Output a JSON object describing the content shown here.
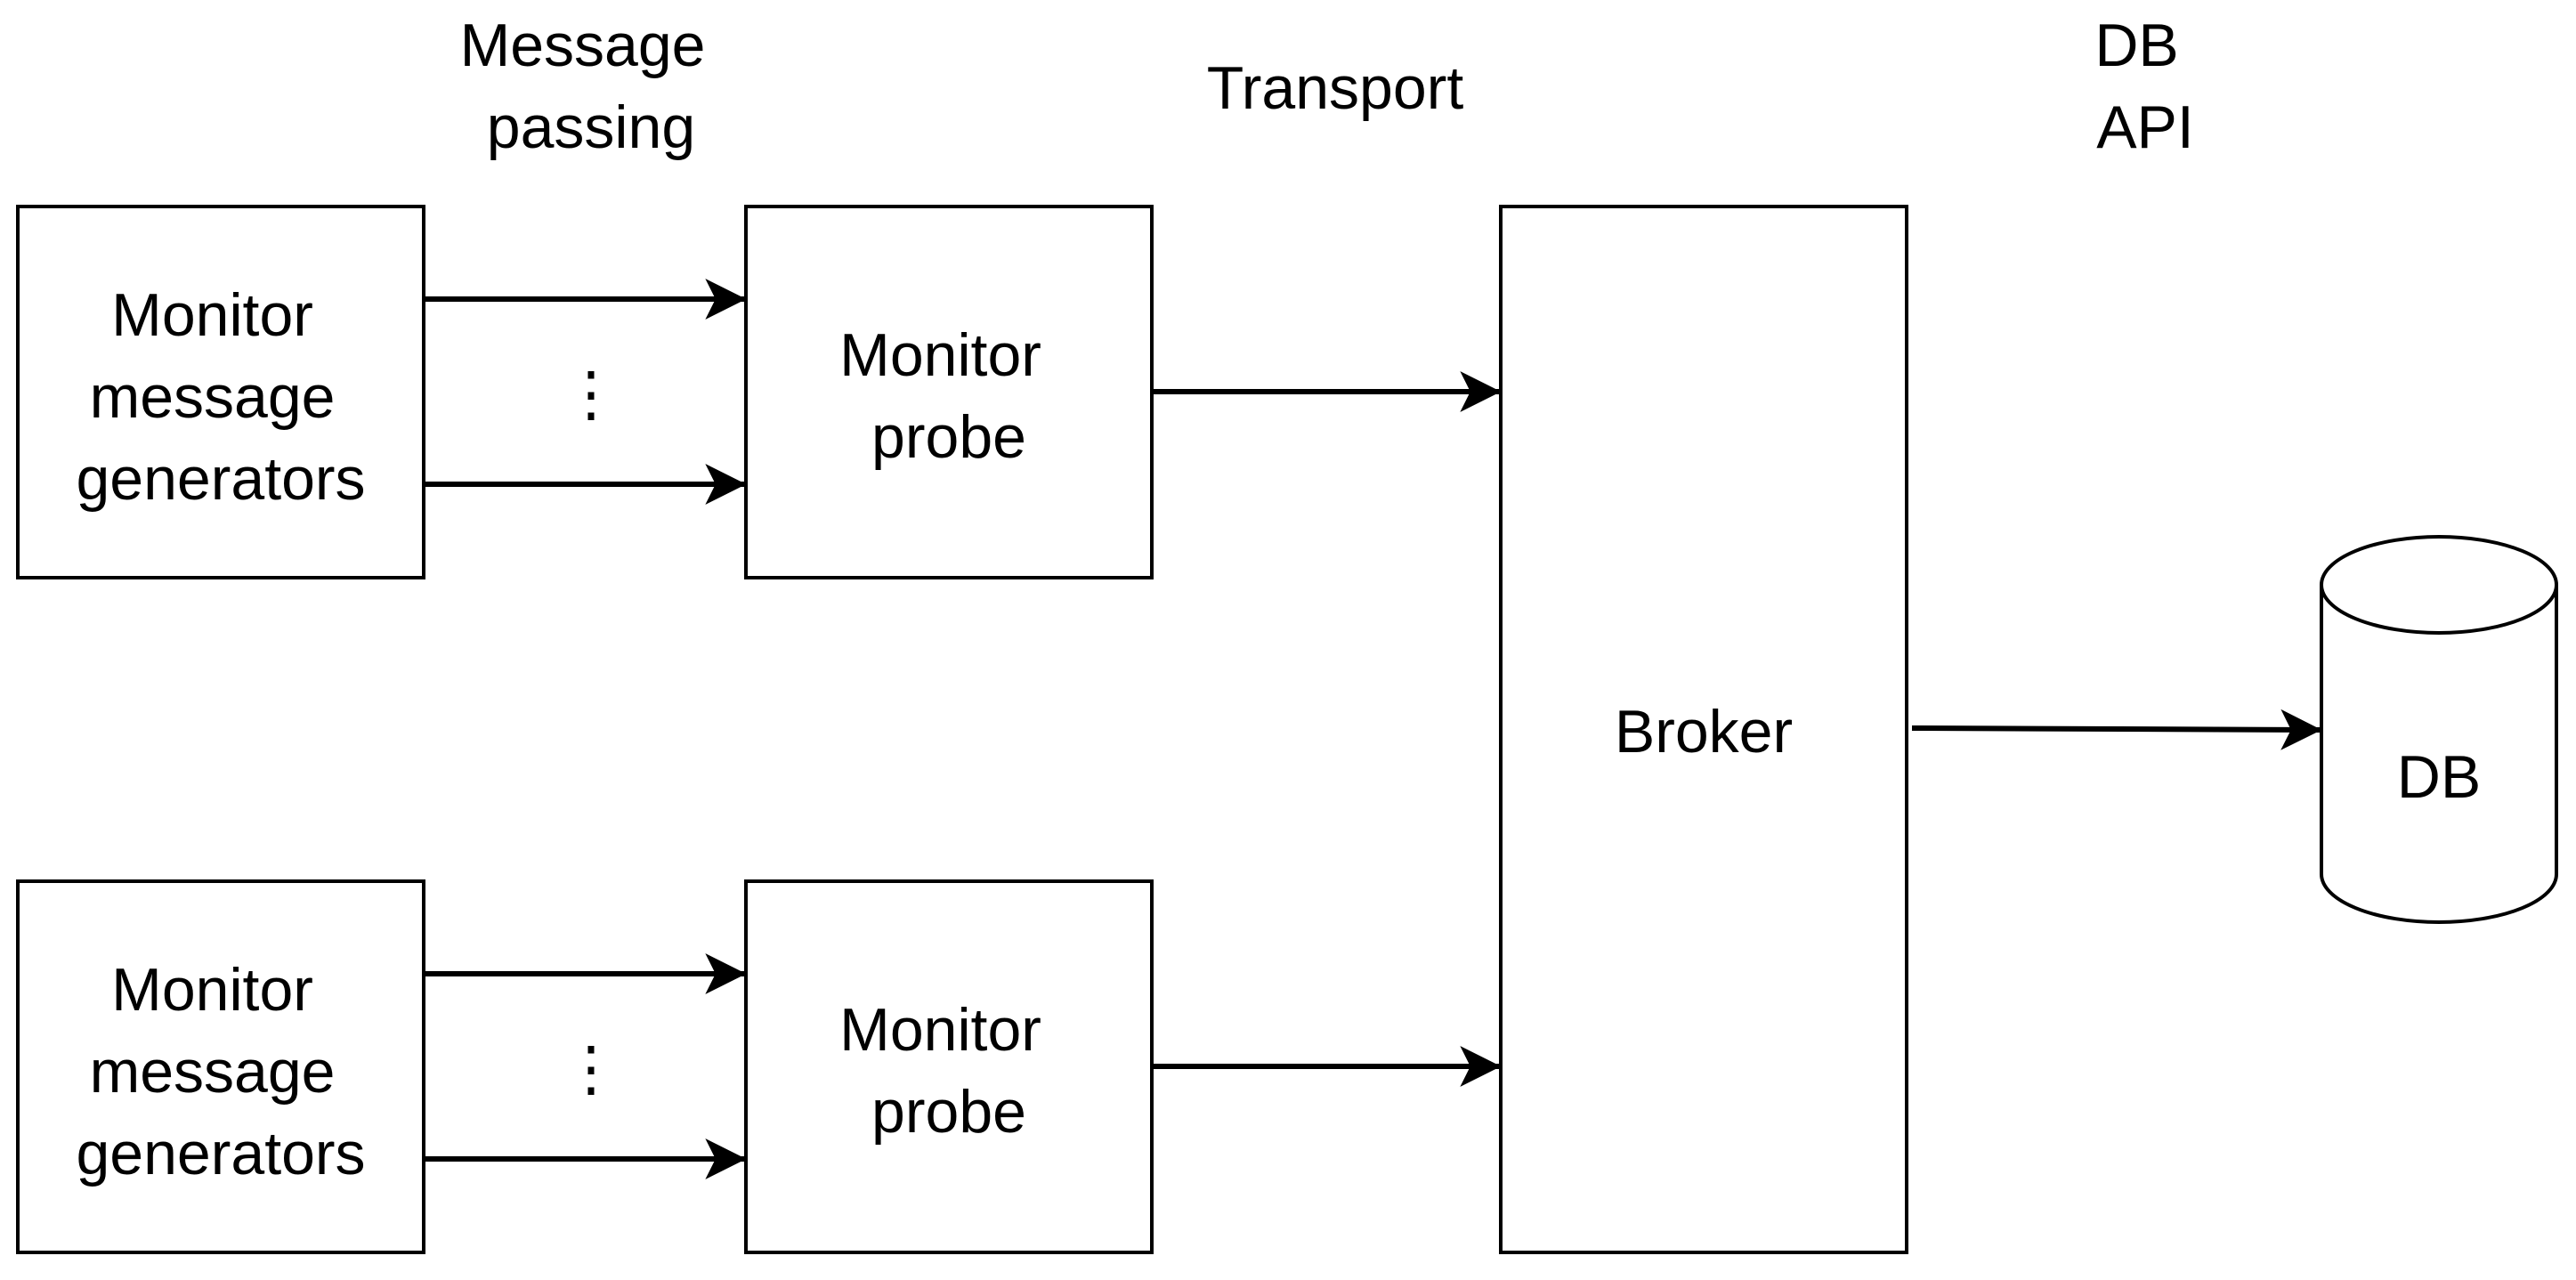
{
  "headers": {
    "message_passing": [
      "Message",
      "passing"
    ],
    "transport": [
      "Transport"
    ],
    "db_api": [
      "DB",
      "API"
    ]
  },
  "nodes": {
    "generators_top": [
      "Monitor",
      "message",
      "generators"
    ],
    "generators_bottom": [
      "Monitor",
      "message",
      "generators"
    ],
    "probe_top": [
      "Monitor",
      "probe"
    ],
    "probe_bottom": [
      "Monitor",
      "probe"
    ],
    "broker": [
      "Broker"
    ],
    "db": [
      "DB"
    ]
  },
  "ellipsis": "⋮",
  "colors": {
    "stroke": "#000000",
    "background": "#ffffff",
    "text": "#000000"
  }
}
